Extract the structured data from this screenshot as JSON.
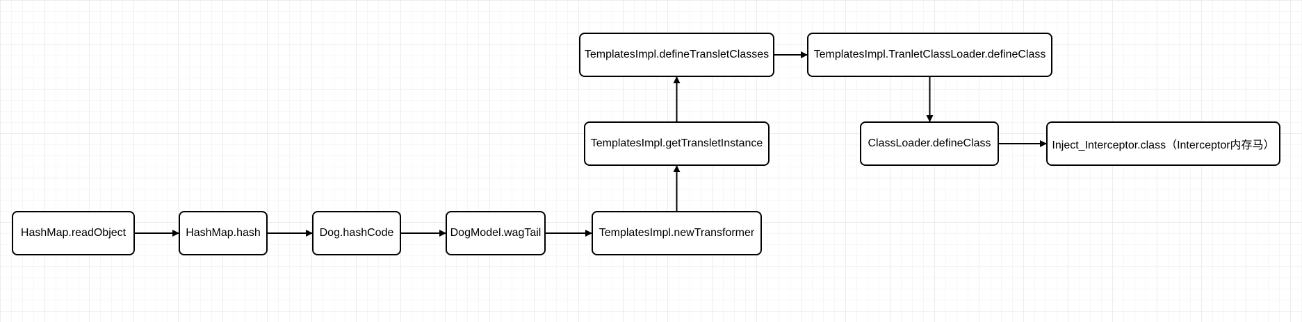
{
  "diagram": {
    "nodes": [
      {
        "id": "n1",
        "label": "HashMap.readObject"
      },
      {
        "id": "n2",
        "label": "HashMap.hash"
      },
      {
        "id": "n3",
        "label": "Dog.hashCode"
      },
      {
        "id": "n4",
        "label": "DogModel.wagTail"
      },
      {
        "id": "n5",
        "label": "TemplatesImpl.newTransformer"
      },
      {
        "id": "n6",
        "label": "TemplatesImpl.getTransletInstance"
      },
      {
        "id": "n7",
        "label": "TemplatesImpl.defineTransletClasses"
      },
      {
        "id": "n8",
        "label": "TemplatesImpl.TranletClassLoader.defineClass"
      },
      {
        "id": "n9",
        "label": "ClassLoader.defineClass"
      },
      {
        "id": "n10",
        "label": "Inject_Interceptor.class（Interceptor内存马）"
      }
    ],
    "edges": [
      {
        "from": "n1",
        "to": "n2"
      },
      {
        "from": "n2",
        "to": "n3"
      },
      {
        "from": "n3",
        "to": "n4"
      },
      {
        "from": "n4",
        "to": "n5"
      },
      {
        "from": "n5",
        "to": "n6"
      },
      {
        "from": "n6",
        "to": "n7"
      },
      {
        "from": "n7",
        "to": "n8"
      },
      {
        "from": "n8",
        "to": "n9"
      },
      {
        "from": "n9",
        "to": "n10"
      }
    ]
  }
}
